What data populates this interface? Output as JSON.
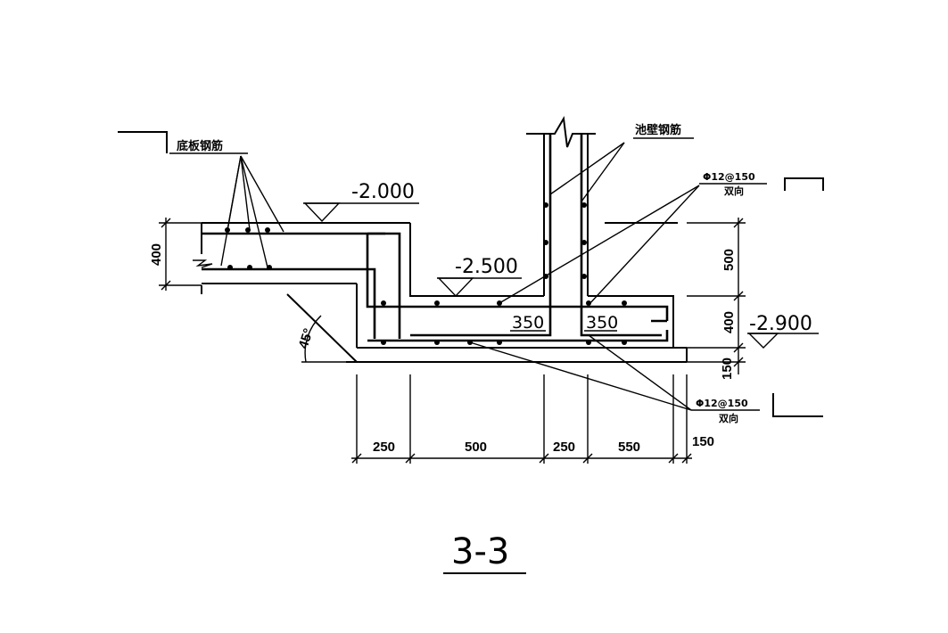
{
  "section_title": "3-3",
  "elevations": {
    "top_slab": "-2.000",
    "pit_floor": "-2.500",
    "bottom": "-2.900"
  },
  "notes": {
    "floor_rebar": "底板钢筋",
    "wall_rebar": "池壁钢筋",
    "rebar_spec_top": "Φ12@150",
    "rebar_spec_bottom": "Φ12@150",
    "both_ways_top": "双向",
    "both_ways_bottom": "双向"
  },
  "dimensions": {
    "slab_thickness": "400",
    "wall_height": "500",
    "pit_slab_thickness": "400",
    "cushion": "150",
    "bottom": [
      "250",
      "500",
      "250",
      "550",
      "150"
    ],
    "anchor_left": "350",
    "anchor_right": "350",
    "angle": "45°"
  }
}
